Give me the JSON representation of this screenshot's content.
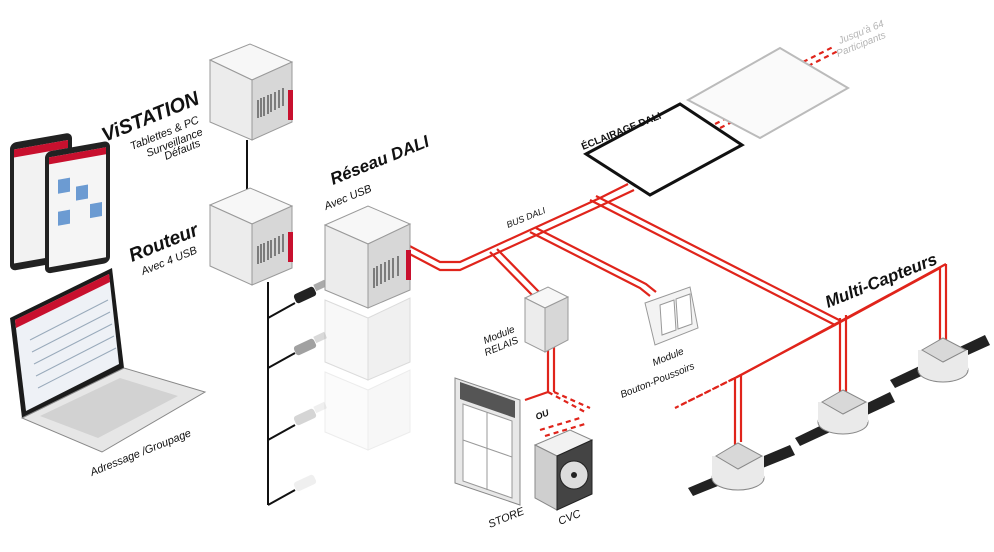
{
  "labels": {
    "vistation_title": "ViSTATION",
    "vistation_line1": "Tablettes & PC",
    "vistation_line2": "Surveillance",
    "vistation_line3": "Défauts",
    "routeur_title": "Routeur",
    "routeur_sub": "Avec 4 USB",
    "reseau_title": "Réseau DALI",
    "reseau_sub": "Avec USB",
    "bus_dali": "BUS DALI",
    "eclairage": "ÉCLAIRAGE DALI",
    "participants_line1": "Jusqu'à 64",
    "participants_line2": "Participants",
    "module_relais_line1": "Module",
    "module_relais_line2": "RELAIS",
    "module_bp_line1": "Module",
    "module_bp_line2": "Bouton-Poussoirs",
    "multi_capteurs": "Multi-Capteurs",
    "ou": "OU",
    "store": "STORE",
    "cvc": "CVC",
    "adressage": "Adressage /Groupage"
  },
  "colors": {
    "bus_wire": "#e0241b",
    "link_wire": "#111111",
    "accent_red": "#c8102e"
  }
}
